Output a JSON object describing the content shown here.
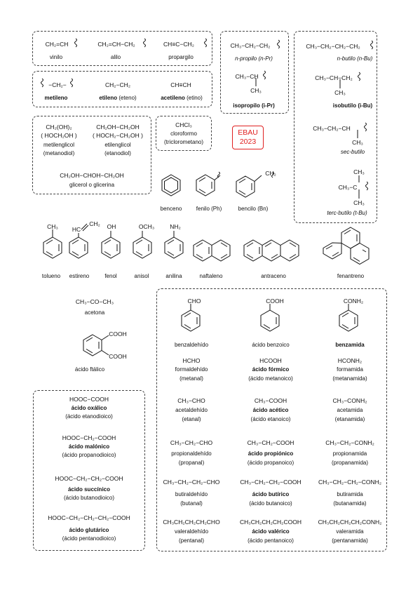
{
  "badge": {
    "line1": "EBAU",
    "line2": "2023"
  },
  "boxA": {
    "vinilo_f": "CH₂=CH",
    "vinilo": "vinilo",
    "alilo_f": "CH₂=CH−CH₂",
    "alilo": "alilo",
    "propargilo_f": "CH≡C−CH₂",
    "propargilo": "propargilo"
  },
  "boxB": {
    "metileno_f": "−CH₂−",
    "metileno": "metileno",
    "etileno_f": "CH₂−CH₂",
    "etileno": "etileno",
    "etileno_alt": "(eteno)",
    "acetileno_f": "CH≡CH",
    "acetileno": "acetileno",
    "acetileno_alt": "(etino)"
  },
  "boxC": {
    "metilenglicol_f1": "CH₂(OH)₂",
    "metilenglicol_f2": "( HOCH₂OH )",
    "metilenglicol": "metilenglicol",
    "metilenglicol_alt": "(metanodiol)",
    "etilenglicol_f1": "CH₂OH−CH₂OH",
    "etilenglicol_f2": "( HOCH₂−CH₂OH )",
    "etilenglicol": "etilenglicol",
    "etilenglicol_alt": "(etanodiol)",
    "glicerol_f": "CH₂OH−CHOH−CH₂OH",
    "glicerol": "glicerol o glicerina"
  },
  "cloroformo": {
    "f": "CHCl₃",
    "name": "cloroformo",
    "alt": "(triclorometano)"
  },
  "boxD": {
    "propilo_f": "CH₃−CH₂−CH₂",
    "propilo": "n-propilo (n-Pr)",
    "isopropilo_f": "CH₃−CH",
    "isopropilo_ch3": "CH₃",
    "isopropilo": "isopropilo (i-Pr)"
  },
  "boxE": {
    "butilo_f": "CH₃−CH₂−CH₂−CH₂",
    "butilo": "n-butilo (n-Bu)",
    "isobutilo_f": "CH₃−CH−CH₂",
    "isobutilo_ch3": "CH₃",
    "isobutilo": "isobutilo (i-Bu)",
    "secbutilo_f": "CH₃−CH₂−CH",
    "secbutilo_ch3": "CH₃",
    "secbutilo": "sec-butilo",
    "tercbutilo_top": "CH₃",
    "tercbutilo_mid": "CH₃−C",
    "tercbutilo_bot": "CH₃",
    "tercbutilo": "terc-butilo (t-Bu)"
  },
  "aromatics1": {
    "benceno": "benceno",
    "fenilo": "fenilo (Ph)",
    "bencilo": "bencilo (Bn)",
    "bencilo_ch2": "CH₂"
  },
  "aromatics2": {
    "tolueno_sub": "CH₃",
    "tolueno": "tolueno",
    "estireno_sub1": "HC",
    "estireno_sub2": "CH₂",
    "estireno": "estireno",
    "fenol_sub": "OH",
    "fenol": "fenol",
    "anisol_sub": "OCH₃",
    "anisol": "anisol",
    "anilina_sub": "NH₂",
    "anilina": "anilina",
    "naftaleno": "naftaleno",
    "antraceno": "antraceno",
    "fenantreno": "fenantreno"
  },
  "acetona": {
    "f": "CH₃−CO−CH₃",
    "name": "acetona"
  },
  "ftalico": {
    "cooh1": "COOH",
    "cooh2": "COOH",
    "name": "ácido ftálico"
  },
  "diacids": {
    "oxalico_f": "HOOC−COOH",
    "oxalico": "ácido oxálico",
    "oxalico_alt": "(ácido etanodioico)",
    "malonico_f": "HOOC−CH₂−COOH",
    "malonico": "ácido malónico",
    "malonico_alt": "(ácido propanodioico)",
    "succinico_f": "HOOC−CH₂−CH₂−COOH",
    "succinico": "ácido succínico",
    "succinico_alt": "(ácido butanodioico)",
    "glutarico_f": "HOOC−CH₂−CH₂−CH₂−COOH",
    "glutarico": "ácido glutárico",
    "glutarico_alt": "(ácido pentanodioico)"
  },
  "carbonyls": {
    "benzaldehido_sub": "CHO",
    "benzaldehido": "benzaldehído",
    "benzoico_sub": "COOH",
    "benzoico": "ácido benzoico",
    "benzamida_sub": "CONH₂",
    "benzamida": "benzamida",
    "row1": {
      "c1f": "HCHO",
      "c1": "formaldehído",
      "c1a": "(metanal)",
      "c2f": "HCOOH",
      "c2": "ácido fórmico",
      "c2a": "(ácido metanoico)",
      "c3f": "HCONH₂",
      "c3": "formamida",
      "c3a": "(metanamida)"
    },
    "row2": {
      "c1f": "CH₃−CHO",
      "c1": "acetaldehído",
      "c1a": "(etanal)",
      "c2f": "CH₃−COOH",
      "c2": "ácido acético",
      "c2a": "(ácido etanoico)",
      "c3f": "CH₃−CONH₂",
      "c3": "acetamida",
      "c3a": "(etanamida)"
    },
    "row3": {
      "c1f": "CH₃−CH₂−CHO",
      "c1": "propionaldehído",
      "c1a": "(propanal)",
      "c2f": "CH₃−CH₂−COOH",
      "c2": "ácido propiónico",
      "c2a": "(ácido propanoico)",
      "c3f": "CH₃−CH₂−CONH₂",
      "c3": "propionamida",
      "c3a": "(propanamida)"
    },
    "row4": {
      "c1f": "CH₃−CH₂−CH₂−CHO",
      "c1": "butiraldehído",
      "c1a": "(butanal)",
      "c2f": "CH₃−CH₂−CH₂−COOH",
      "c2": "ácido butírico",
      "c2a": "(ácido butanoico)",
      "c3f": "CH₃−CH₂−CH₂−CONH₂",
      "c3": "butiramida",
      "c3a": "(butanamida)"
    },
    "row5": {
      "c1f": "CH₃CH₂CH₂CH₂CHO",
      "c1": "valeraldehído",
      "c1a": "(pentanal)",
      "c2f": "CH₃CH₂CH₂CH₂COOH",
      "c2": "ácido valérico",
      "c2a": "(ácido pentanoico)",
      "c3f": "CH₃CH₂CH₂CH₂CONH₂",
      "c3": "valeramida",
      "c3a": "(pentanamida)"
    }
  }
}
